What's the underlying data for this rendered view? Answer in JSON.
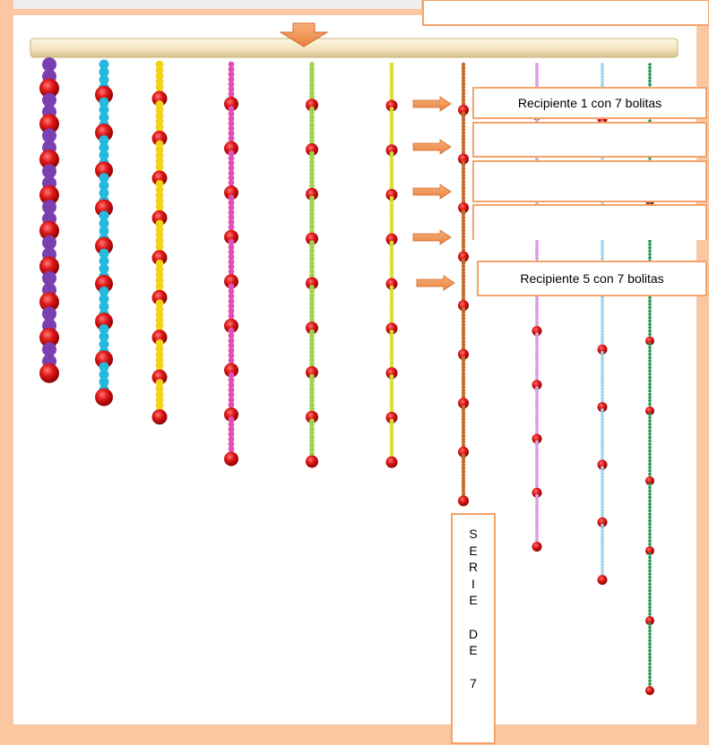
{
  "colors": {
    "frame": "#fbc7a1",
    "accent_orange": "#f4a36a",
    "bar_fill": "#f7ebcd",
    "red_bead": "#dd1515",
    "purple": "#7b3fb1",
    "cyan": "#25b9dd",
    "yellow": "#f0d31a",
    "pink": "#e24fb8",
    "light_green": "#9fd44a",
    "yellow_green": "#d7e03a",
    "brown": "#c46a2c",
    "lavender": "#d7a1e3",
    "light_blue": "#9ed3ea",
    "green": "#1f9a52"
  },
  "strands": [
    {
      "color": "purple",
      "small_beads": 18
    },
    {
      "color": "cyan",
      "small_beads": 36
    },
    {
      "color": "yellow",
      "small_beads": 54
    },
    {
      "color": "pink",
      "small_beads": 72
    },
    {
      "color": "light_green",
      "small_beads": 90
    },
    {
      "color": "yellow_green",
      "small_beads": 108
    },
    {
      "color": "brown",
      "small_beads": 126
    },
    {
      "color": "lavender",
      "small_beads": 144
    },
    {
      "color": "light_blue",
      "small_beads": 162
    },
    {
      "color": "green",
      "small_beads": 180
    }
  ],
  "callouts": {
    "recipiente_1": "Recipiente 1 con 7 bolitas",
    "recipiente_2": "",
    "recipiente_3": "",
    "recipiente_4": "",
    "recipiente_5": "Recipiente 5 con 7 bolitas"
  },
  "serie_label": [
    "S",
    "E",
    "R",
    "I",
    "E",
    "",
    "D",
    "E",
    "",
    "7"
  ],
  "icons": {
    "down_arrow": "down-arrow-icon",
    "right_arrow": "right-arrow-icon"
  }
}
